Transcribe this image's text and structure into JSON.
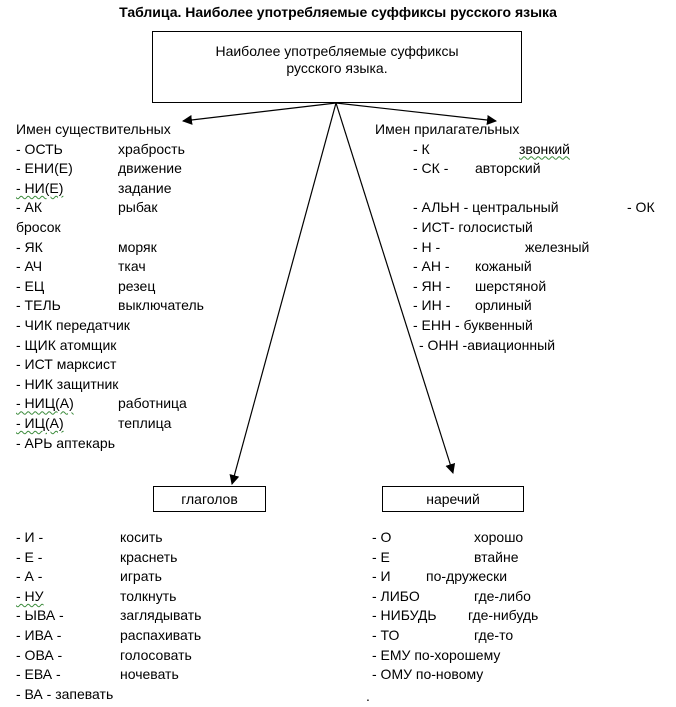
{
  "title": "Таблица. Наиболее употребляемые суффиксы русского языка",
  "center_box": {
    "line1": "Наиболее употребляемые суффиксы",
    "line2": "русского языка."
  },
  "nouns": {
    "header": "Имен существительных",
    "rows": [
      {
        "suffix": "- ОСТЬ",
        "example": "храбрость"
      },
      {
        "suffix": "- ЕНИ(Е)",
        "example": "движение"
      },
      {
        "suffix": "- НИ(Е)",
        "example": "задание"
      },
      {
        "suffix": "- АК",
        "example": "рыбак"
      },
      {
        "suffix": "бросок",
        "example": ""
      },
      {
        "suffix": "- ЯК",
        "example": "моряк"
      },
      {
        "suffix": "- АЧ",
        "example": "ткач"
      },
      {
        "suffix": "- ЕЦ",
        "example": "резец"
      },
      {
        "suffix": "- ТЕЛЬ",
        "example": "выключатель"
      },
      {
        "suffix": "- ЧИК передатчик",
        "example": ""
      },
      {
        "suffix": "- ЩИК атомщик",
        "example": ""
      },
      {
        "suffix": "- ИСТ марксист",
        "example": ""
      },
      {
        "suffix": "- НИК защитник",
        "example": ""
      },
      {
        "suffix": "- НИЦ(А)",
        "example": "работница"
      },
      {
        "suffix": "- ИЦ(А)",
        "example": "теплица"
      },
      {
        "suffix": "- АРЬ  аптекарь",
        "example": ""
      }
    ]
  },
  "adjectives": {
    "header": "Имен прилагательных",
    "rows": [
      {
        "suffix": "- К",
        "example": "звонкий"
      },
      {
        "suffix": "- СК -",
        "example": "авторский"
      },
      {
        "suffix": "",
        "example": ""
      },
      {
        "suffix": "- АЛЬН - центральный",
        "example": "",
        "extra": "- ОК"
      },
      {
        "suffix": "- ИСТ-  голосистый",
        "example": ""
      },
      {
        "suffix": "- Н -",
        "example": "железный"
      },
      {
        "suffix": "- АН -",
        "example": "кожаный"
      },
      {
        "suffix": "- ЯН -",
        "example": "шерстяной"
      },
      {
        "suffix": "- ИН -",
        "example": "орлиный"
      },
      {
        "suffix": "- ЕНН - буквенный",
        "example": ""
      },
      {
        "suffix": "- ОНН -авиационный",
        "example": ""
      }
    ]
  },
  "verbs": {
    "header": "глаголов",
    "rows": [
      {
        "suffix": "- И -",
        "example": "косить"
      },
      {
        "suffix": "- Е -",
        "example": "краснеть"
      },
      {
        "suffix": "- А -",
        "example": "играть"
      },
      {
        "suffix": "- НУ",
        "example": "толкнуть"
      },
      {
        "suffix": "- ЫВА -",
        "example": "заглядывать"
      },
      {
        "suffix": "- ИВА -",
        "example": "распахивать"
      },
      {
        "suffix": "- ОВА -",
        "example": "голосовать"
      },
      {
        "suffix": "- ЕВА -",
        "example": "ночевать"
      },
      {
        "suffix": "- ВА -  запевать",
        "example": ""
      }
    ]
  },
  "adverbs": {
    "header": "наречий",
    "rows": [
      {
        "suffix": "- О",
        "example": "хорошо"
      },
      {
        "suffix": "- Е",
        "example": "втайне"
      },
      {
        "suffix": "- И",
        "example": "по-дружески"
      },
      {
        "suffix": "- ЛИБО",
        "example": "где-либо"
      },
      {
        "suffix": "- НИБУДЬ",
        "example": "где-нибудь"
      },
      {
        "suffix": "- ТО",
        "example": "где-то"
      },
      {
        "suffix": "- ЕМУ по-хорошему",
        "example": ""
      },
      {
        "suffix": "- ОМУ по-новому",
        "example": ""
      }
    ]
  },
  "footnote": "."
}
